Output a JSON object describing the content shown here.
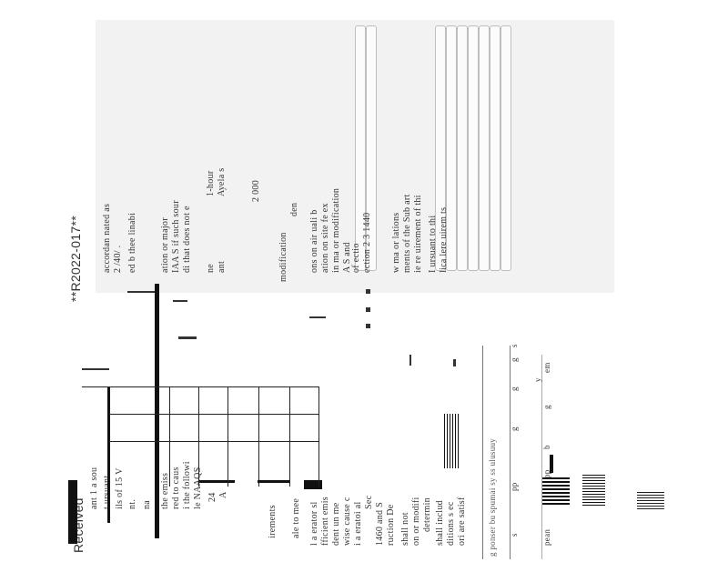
{
  "document": {
    "header_received": "Received",
    "header_id": "**R2022-017**",
    "columns_text": [
      "ant 1 a sou",
      "t ursuant",
      "ils of 15 V",
      "nt.",
      "na",
      "the emiss",
      "red to caus",
      "i the followi",
      "le NAAQS",
      "24",
      "A",
      "irements",
      "ale to mee",
      "l a erator sl",
      "fficient emis",
      "dent un me",
      "wise cause c",
      "i a eratoi al",
      "Sec",
      "1460 and S",
      "ruction De",
      "shall not",
      "on or modifi",
      "determin",
      "shall includ",
      "ditions s ec",
      "ori are satisf"
    ],
    "right_text": [
      "accordan nated as",
      "2 /40/ .",
      "ed b thee linabi",
      "ation or major",
      "IAA S if such sour",
      "di that does not e",
      "ne",
      "ant",
      "1-hour",
      "Ayela s",
      "2 000",
      "modification",
      "den",
      "ons on air uali b",
      "ation on site fe ex",
      "in ma or modification",
      "A S and",
      "of ectio",
      "ection 2 3 1440",
      "w ma or lations",
      "ments of the Sub art",
      "ie re uirement of thi",
      "I ursuant to thi",
      "lica lere uirem ts"
    ],
    "ruler_text": "g ponser bu spumai sy ss ulusuuy",
    "ruler_marks": [
      "s",
      "pp",
      "g",
      "g",
      "g",
      "s",
      "y",
      "pp",
      "b",
      "g",
      "em",
      "pean"
    ]
  }
}
